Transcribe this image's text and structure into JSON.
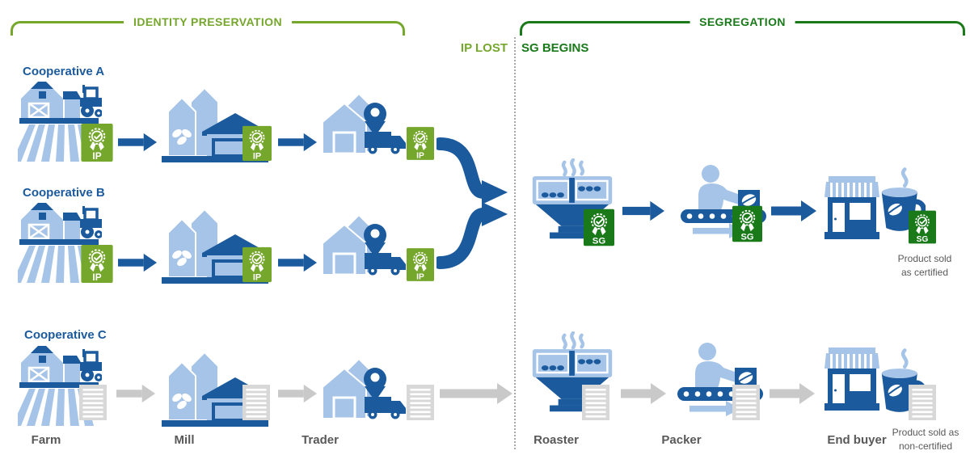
{
  "header": {
    "identity_preservation": "IDENTITY PRESERVATION",
    "segregation": "SEGREGATION",
    "ip_lost": "IP LOST",
    "sg_begins": "SG BEGINS"
  },
  "cooperatives": {
    "a": "Cooperative A",
    "b": "Cooperative B",
    "c": "Cooperative C"
  },
  "badges": {
    "ip": "IP",
    "sg": "SG"
  },
  "stages": {
    "farm": "Farm",
    "mill": "Mill",
    "trader": "Trader",
    "roaster": "Roaster",
    "packer": "Packer",
    "end_buyer": "End buyer"
  },
  "notes": {
    "certified": "Product sold as certified",
    "non_certified": "Product sold as non-certified"
  },
  "colors": {
    "dark_blue": "#1b5a9d",
    "light_blue": "#a5c4e7",
    "light_green": "#76a72d",
    "dark_green": "#1a7a1a",
    "arrow_gray": "#c9c9c9",
    "doc_gray": "#d8d8d8",
    "text_gray": "#595959"
  }
}
